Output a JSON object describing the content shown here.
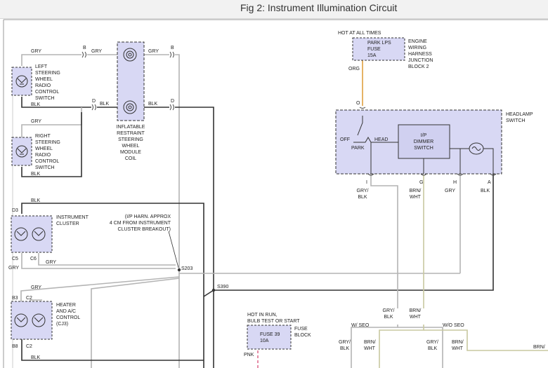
{
  "title": "Fig 2: Instrument Illumination Circuit",
  "colors": {
    "background": "#ffffff",
    "header": "#f2f2f2",
    "wire_gray": "#b4b4b4",
    "wire_black": "#333333",
    "wire_orange": "#e0a040",
    "wire_brown": "#c8c8a0",
    "wire_pink": "#e07090",
    "component_fill": "#d8d8f4",
    "component_border": "#333333"
  },
  "components": {
    "left_switch": [
      "LEFT",
      "STEERING",
      "WHEEL",
      "RADIO",
      "CONTROL",
      "SWITCH"
    ],
    "right_switch": [
      "RIGHT",
      "STEERING",
      "WHEEL",
      "RADIO",
      "CONTROL",
      "SWITCH"
    ],
    "coil": [
      "INFLATABLE",
      "RESTRAINT",
      "STEERING",
      "WHEEL",
      "MODULE",
      "COIL"
    ],
    "instrument_cluster": [
      "INSTRUMENT",
      "CLUSTER"
    ],
    "hvac": [
      "HEATER",
      "AND A/C",
      "CONTROL",
      "(CJ3)"
    ],
    "harness_note": [
      "(I/P HARN. APPROX",
      "4 CM FROM INSTRUMENT",
      "CLUSTER BREAKOUT)"
    ],
    "hot_at_all_times": "HOT AT ALL TIMES",
    "park_fuse": [
      "PARK LPS",
      "FUSE",
      "15A"
    ],
    "junction_block": [
      "ENGINE",
      "WIRING",
      "HARNESS",
      "JUNCTION",
      "BLOCK 2"
    ],
    "headlamp_switch": [
      "HEADLAMP",
      "SWITCH"
    ],
    "switch_labels": {
      "off": "OFF",
      "park": "PARK",
      "head": "HEAD"
    },
    "dimmer": [
      "I/P",
      "DIMMER",
      "SWITCH"
    ],
    "hot_in_run": [
      "HOT IN RUN,",
      "BULB TEST OR START"
    ],
    "fuse39": [
      "FUSE 39",
      "10A"
    ],
    "fuse_block": [
      "FUSE",
      "BLOCK"
    ],
    "w_seo": "W/ SEO",
    "wo_seo": "W/O SEO"
  },
  "splices": {
    "s203": "S203",
    "s390": "S390"
  },
  "connectors": {
    "b_left": "B",
    "b_right": "B",
    "d_left": "D",
    "d_right": "D",
    "d3": "D3",
    "c5": "C5",
    "c6": "C6",
    "b3": "B3",
    "c2_top": "C2",
    "b8": "B8",
    "c2_bottom": "C2",
    "o": "O",
    "i": "I",
    "g": "G",
    "h": "H",
    "a": "A"
  },
  "wire_labels": {
    "gry": "GRY",
    "blk": "BLK",
    "org": "ORG",
    "pnk": "PNK",
    "gry_blk": [
      "GRY/",
      "BLK"
    ],
    "brn_wht": [
      "BRN/",
      "WHT"
    ],
    "brn_partial": "BRN/"
  }
}
